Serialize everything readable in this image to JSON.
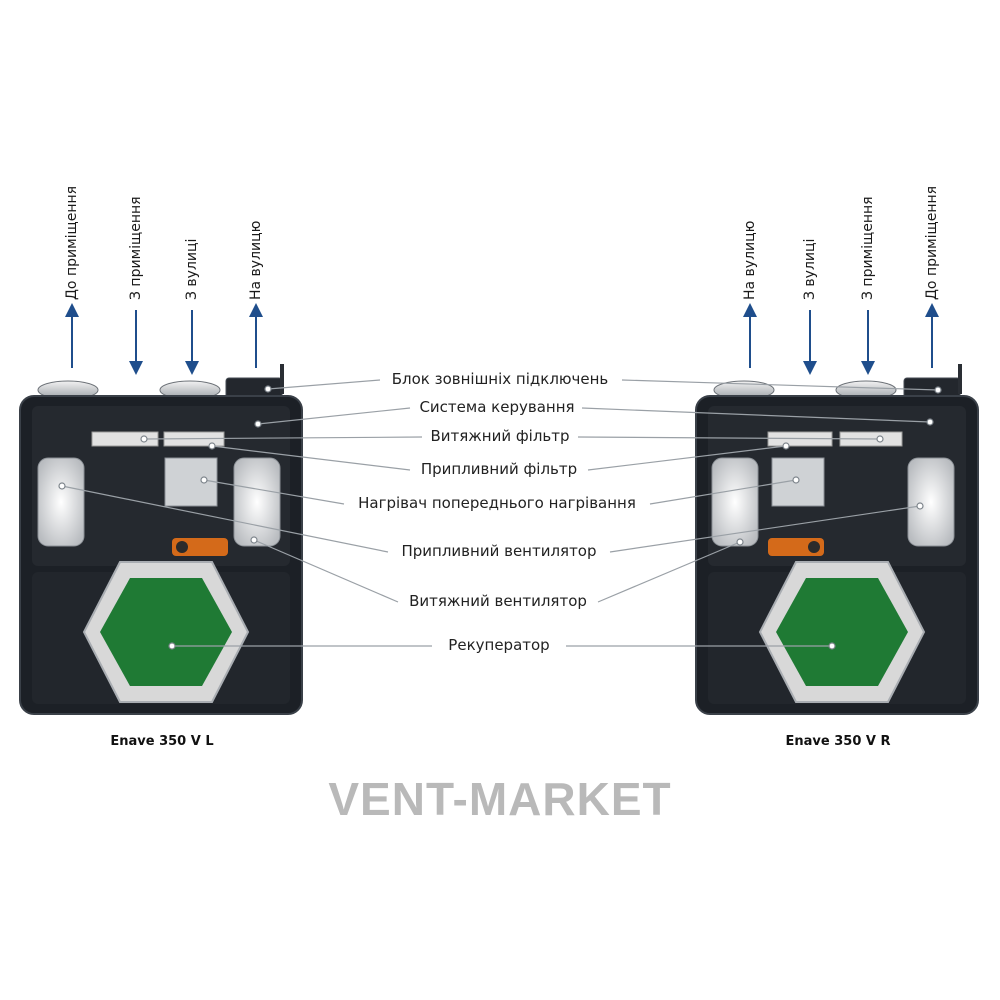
{
  "units": [
    {
      "model": "Enave 350 V L",
      "flow_labels": [
        "До приміщення",
        "З приміщення",
        "З вулиці",
        "На вулицю"
      ],
      "flow_directions": [
        "up",
        "down",
        "down",
        "up"
      ]
    },
    {
      "model": "Enave 350 V R",
      "flow_labels": [
        "На вулицю",
        "З вулиці",
        "З приміщення",
        "До приміщення"
      ],
      "flow_directions": [
        "up",
        "down",
        "down",
        "up"
      ]
    }
  ],
  "callouts": [
    "Блок зовнішніх підключень",
    "Система керування",
    "Витяжний фільтр",
    "Припливний фільтр",
    "Нагрівач попереднього нагрівання",
    "Припливний вентилятор",
    "Витяжний вентилятор",
    "Рекуператор"
  ],
  "watermark": "VENT-MARKET",
  "colors": {
    "arrow": "#1f4e8c",
    "housing": "#1c2026",
    "housing_edge": "#3a4048",
    "recuperator_fill": "#1f7a34",
    "recuperator_frame": "#d8d8d8",
    "filter": "#e2e2e2",
    "fan": "#e6e6e6",
    "heater": "#d46a1a",
    "callout_line": "#9aa0a6",
    "watermark": "#b9b9b9"
  }
}
